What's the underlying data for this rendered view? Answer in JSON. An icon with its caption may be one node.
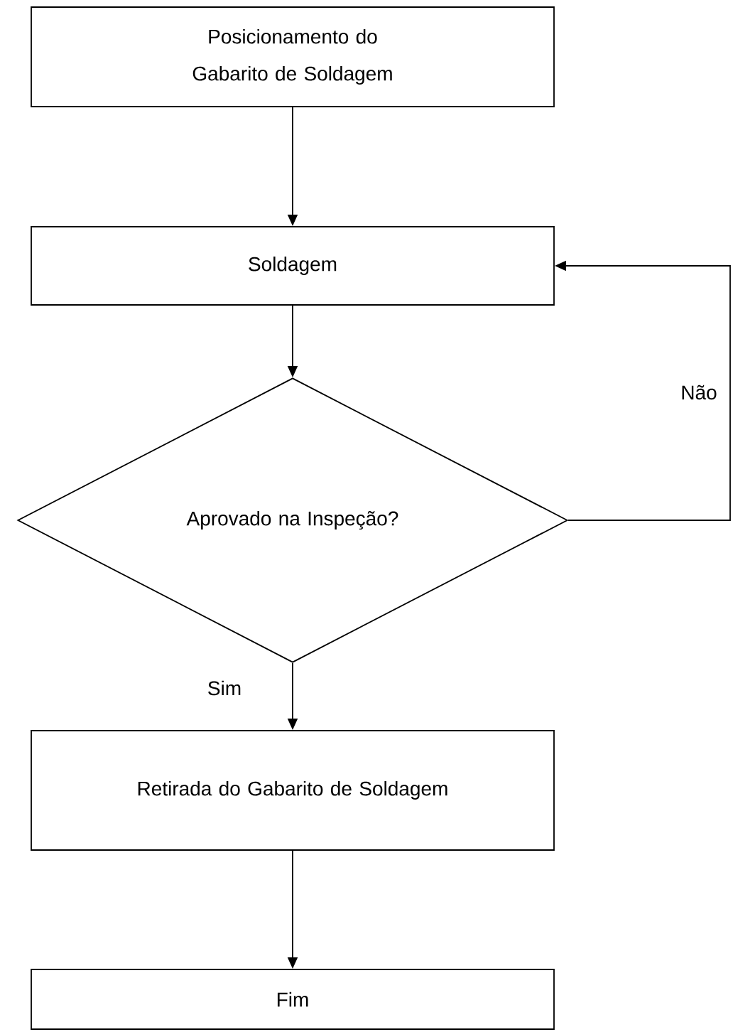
{
  "diagram": {
    "nodes": [
      {
        "text": [
          "Posicionamento do Gabarito de Soldagem"
        ]
      },
      {
        "text": [
          "Soldagem"
        ]
      },
      {
        "text": [
          "Aprovado na Inspeção?"
        ]
      },
      {
        "text": [
          "Retirada do Gabarito de Soldagem"
        ]
      },
      {
        "text": [
          "Fim"
        ]
      }
    ],
    "edges": [
      {
        "from": 0,
        "to": 1,
        "arrow": "to"
      },
      {
        "from": 1,
        "to": 2,
        "arrow": "to"
      },
      {
        "from": 2,
        "to": 1,
        "arrow": "to",
        "label": "Não"
      },
      {
        "from": 2,
        "to": 3,
        "arrow": "to",
        "label": "Sim"
      },
      {
        "from": 3,
        "to": 4,
        "arrow": "to"
      }
    ]
  }
}
